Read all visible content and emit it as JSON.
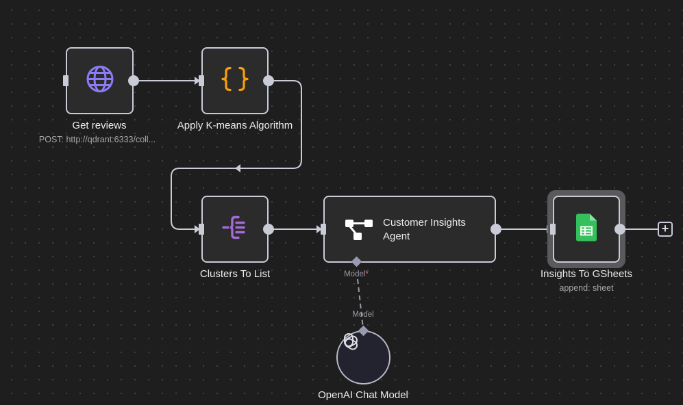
{
  "canvas": {
    "background": "#1e1e1f",
    "edge_color": "#c9cbd6"
  },
  "nodes": {
    "get_reviews": {
      "title": "Get reviews",
      "subtitle": "POST: http://qdrant:6333/coll...",
      "icon": "globe-icon",
      "icon_color": "#8b7cf6"
    },
    "kmeans": {
      "title": "Apply K-means Algorithm",
      "icon": "code-braces-icon",
      "icon_color": "#f5a00a"
    },
    "clusters": {
      "title": "Clusters To List",
      "icon": "split-out-icon",
      "icon_color": "#a66ad9"
    },
    "agent": {
      "title_line1": "Customer Insights",
      "title_line2": "Agent",
      "icon": "agent-icon",
      "icon_color": "#ffffff",
      "handle_label": "Model",
      "handle_required": "*"
    },
    "gsheets": {
      "title": "Insights To GSheets",
      "subtitle": "append: sheet",
      "icon": "google-sheets-icon",
      "icon_color": "#34c05a",
      "selected": true
    },
    "openai": {
      "title": "OpenAI Chat Model",
      "handle_label": "Model",
      "icon": "openai-icon"
    }
  },
  "add_button": {
    "label": "+"
  }
}
